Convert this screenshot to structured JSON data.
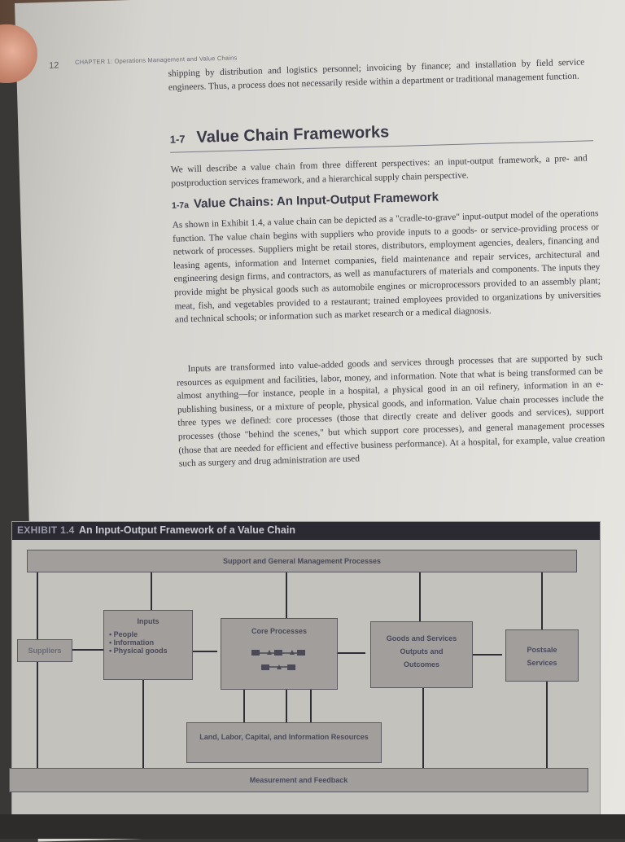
{
  "page": {
    "page_number": "12",
    "running_head": "CHAPTER 1: Operations Management and Value Chains",
    "intro_paragraph": "shipping by distribution and logistics personnel; invoicing by finance; and installation by field service engineers. Thus, a process does not necessarily reside within a department or traditional management function.",
    "section": {
      "number": "1-7",
      "title": "Value Chain Frameworks",
      "intro": "We will describe a value chain from three different perspectives: an input-output framework, a pre- and postproduction services framework, and a hierarchical supply chain perspective."
    },
    "subsection": {
      "number": "1-7a",
      "title": "Value Chains: An Input-Output Framework",
      "paragraph1": "As shown in Exhibit 1.4, a value chain can be depicted as a \"cradle-to-grave\" input-output model of the operations function. The value chain begins with suppliers who provide inputs to a goods- or service-providing process or network of processes. Suppliers might be retail stores, distributors, employment agencies, dealers, financing and leasing agents, information and Internet companies, field maintenance and repair services, architectural and engineering design firms, and contractors, as well as manufacturers of materials and components. The inputs they provide might be physical goods such as automobile engines or microprocessors provided to an assembly plant; meat, fish, and vegetables provided to a restaurant; trained employees provided to organizations by universities and technical schools; or information such as market research or a medical diagnosis.",
      "paragraph2": "Inputs are transformed into value-added goods and services through processes that are supported by such resources as equipment and facilities, labor, money, and information. Note that what is being transformed can be almost anything—for instance, people in a hospital, a physical good in an oil refinery, information in an e-publishing business, or a mixture of people, physical goods, and information. Value chain processes include the three types we defined: core processes (those that directly create and deliver goods and services), support processes (those \"behind the scenes,\" but which support core processes), and general management processes (those that are needed for efficient and effective business performance). At a hospital, for example, value creation such as surgery and drug administration are used"
    },
    "exhibit": {
      "label": "EXHIBIT 1.4",
      "title": "An Input-Output Framework of a Value Chain",
      "support_box": "Support and General Management Processes",
      "suppliers_box": "Suppliers",
      "inputs_box": {
        "title": "Inputs",
        "items": [
          "People",
          "Information",
          "Physical goods"
        ]
      },
      "core_box": "Core Processes",
      "goods_box": "Goods and Services Outputs and Outcomes",
      "postsale_box": "Postsale Services",
      "resources_box": "Land, Labor, Capital, and Information Resources",
      "measurement_box": "Measurement and Feedback"
    }
  }
}
